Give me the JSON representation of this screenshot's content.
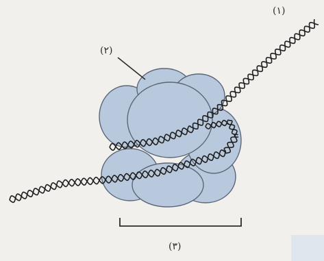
{
  "figure": {
    "labels": {
      "dna_strand": "(۱)",
      "histone_octamer": "(۲)",
      "nucleosome_length": "(۳)"
    },
    "colors": {
      "background": "#f1f0ec",
      "histone_fill": "#b9c9dd",
      "histone_stroke": "#5a6677",
      "dna_stroke": "#1f1f1f"
    }
  }
}
